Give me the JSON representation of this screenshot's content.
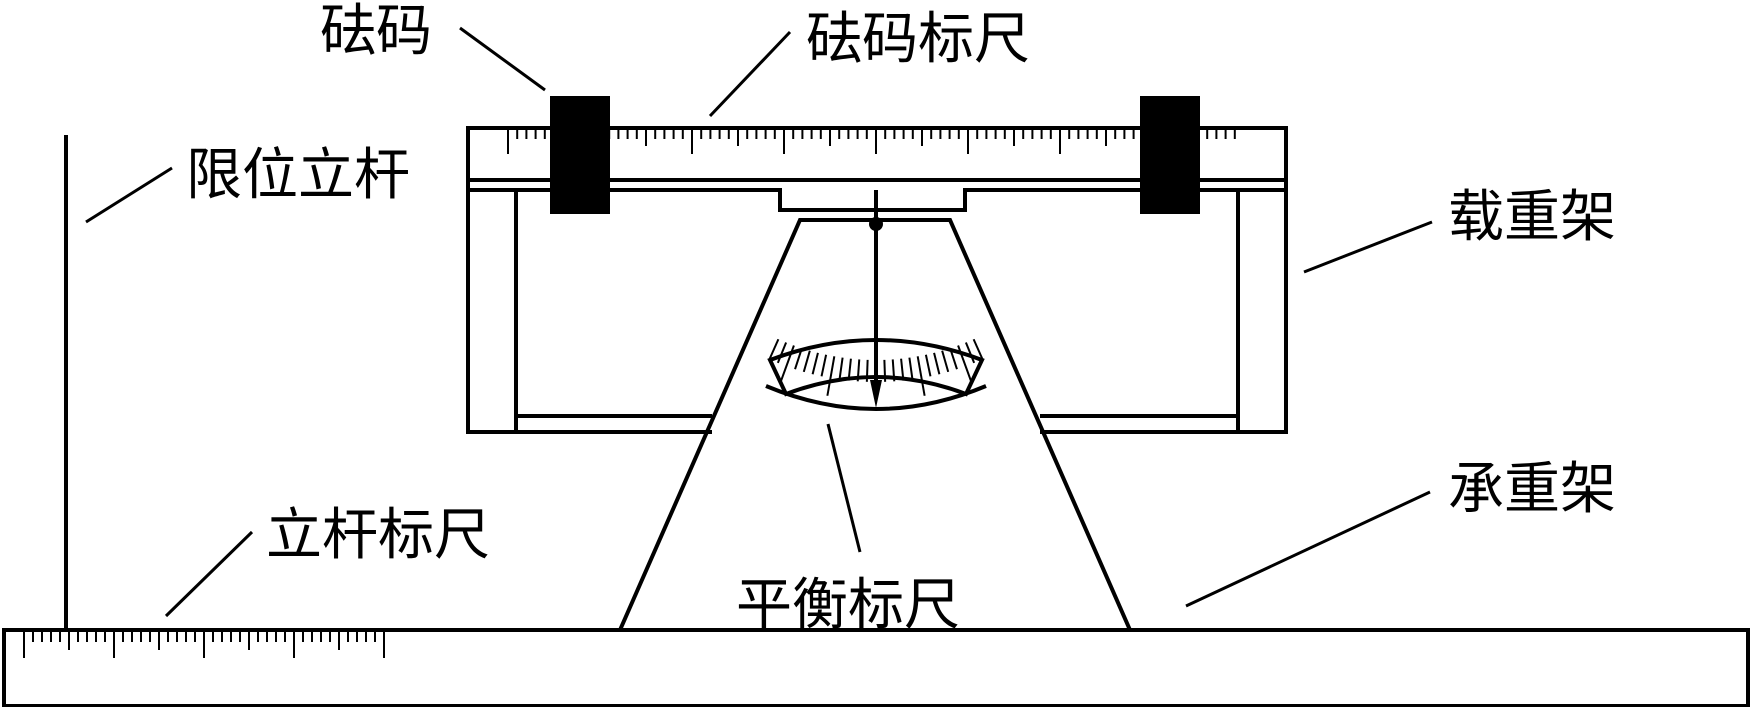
{
  "labels": {
    "weight": "砝码",
    "weight_scale": "砝码标尺",
    "limit_post": "限位立杆",
    "load_frame": "载重架",
    "post_scale": "立杆标尺",
    "support_frame": "承重架",
    "balance_scale": "平衡标尺"
  },
  "colors": {
    "ink": "#000000",
    "background": "#ffffff"
  }
}
